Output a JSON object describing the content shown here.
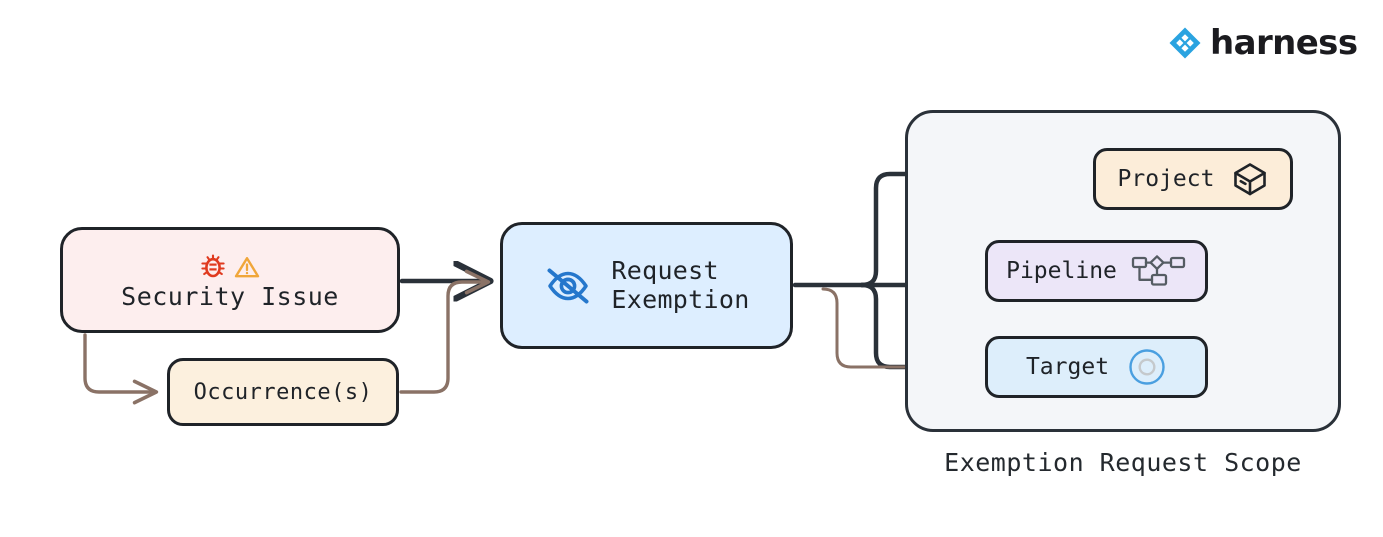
{
  "brand": {
    "name": "harness",
    "logo_icon": "harness-diamond-logo-icon",
    "logo_color": "#2aa3e0"
  },
  "diagram": {
    "type": "flowchart",
    "direction": "left-to-right",
    "background": "#ffffff",
    "nodes": [
      {
        "id": "security-issue",
        "label": "Security Issue",
        "icons": [
          "bug-icon",
          "warning-triangle-icon"
        ],
        "fill": "#fdeeee",
        "stroke": "#1f2328"
      },
      {
        "id": "occurrences",
        "label": "Occurrence(s)",
        "icons": [],
        "fill": "#fcf0de",
        "stroke": "#1f2328"
      },
      {
        "id": "request-exemption",
        "label": "Request\nExemption",
        "icons": [
          "eye-off-icon"
        ],
        "fill": "#ddeeff",
        "stroke": "#1f2328"
      },
      {
        "id": "project",
        "label": "Project",
        "icons": [
          "cube-box-icon"
        ],
        "fill": "#fcedd9",
        "stroke": "#1f2328"
      },
      {
        "id": "pipeline",
        "label": "Pipeline",
        "icons": [
          "pipeline-nodes-icon"
        ],
        "fill": "#ece6f8",
        "stroke": "#1f2328"
      },
      {
        "id": "target",
        "label": "Target",
        "icons": [
          "target-circle-icon"
        ],
        "fill": "#ddeefb",
        "stroke": "#1f2328"
      }
    ],
    "groups": [
      {
        "id": "exemption-request-scope",
        "label": "Exemption Request Scope",
        "fill": "#f4f6f9",
        "stroke": "#2a3139",
        "members": [
          "project",
          "pipeline",
          "target"
        ]
      }
    ],
    "edges": [
      {
        "from": "security-issue",
        "to": "request-exemption",
        "color": "#2a3139"
      },
      {
        "from": "security-issue",
        "to": "occurrences",
        "color": "#8a7266"
      },
      {
        "from": "occurrences",
        "to": "request-exemption",
        "color": "#8a7266"
      },
      {
        "from": "request-exemption",
        "to": "project",
        "color": "#2a3139"
      },
      {
        "from": "request-exemption",
        "to": "pipeline",
        "color": "#2a3139"
      },
      {
        "from": "request-exemption",
        "to": "target",
        "color": "#2a3139"
      },
      {
        "from": "project",
        "to": "pipeline",
        "color": "#2a3139"
      },
      {
        "from": "project",
        "to": "target",
        "color": "#2a3139"
      }
    ],
    "icon_colors": {
      "bug": "#e03a1f",
      "warning": "#f0a63a",
      "eye_off": "#2577cc",
      "cube": "#1f2328",
      "pipeline_nodes": "#555c63",
      "target_outer": "#4a9fe0",
      "target_inner": "#c5c9cc"
    }
  }
}
